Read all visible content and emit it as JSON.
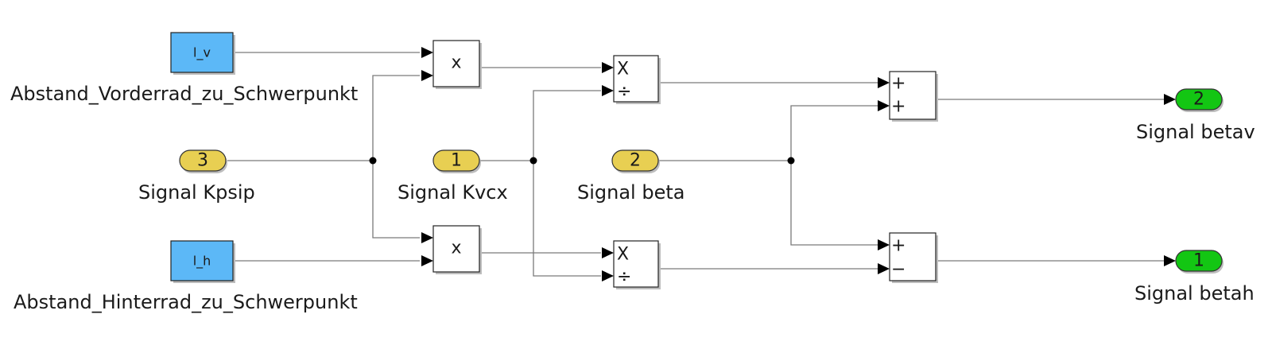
{
  "diagram": {
    "type": "simulink-block-diagram",
    "colors": {
      "from_block": "#5cb8f7",
      "inport": "#e8cf52",
      "outport": "#13c613",
      "wire": "#7a7a7a"
    },
    "from_blocks": [
      {
        "id": "from_lv",
        "tag": "l_v",
        "label": "Abstand_Vorderrad_zu_Schwerpunkt"
      },
      {
        "id": "from_lh",
        "tag": "l_h",
        "label": "Abstand_Hinterrad_zu_Schwerpunkt"
      }
    ],
    "inports": [
      {
        "id": "in3",
        "number": "3",
        "label": "Signal Kpsip"
      },
      {
        "id": "in1",
        "number": "1",
        "label": "Signal Kvcx"
      },
      {
        "id": "in2",
        "number": "2",
        "label": "Signal beta"
      }
    ],
    "outports": [
      {
        "id": "out2",
        "number": "2",
        "label": "Signal betav"
      },
      {
        "id": "out1",
        "number": "1",
        "label": "Signal betah"
      }
    ],
    "product_blocks": [
      {
        "id": "prod_top",
        "display": "x"
      },
      {
        "id": "prod_bottom",
        "display": "x"
      }
    ],
    "divide_blocks": [
      {
        "id": "div_top",
        "ops": [
          "X",
          "÷"
        ]
      },
      {
        "id": "div_bottom",
        "ops": [
          "X",
          "÷"
        ]
      }
    ],
    "sum_blocks": [
      {
        "id": "sum_top",
        "signs": [
          "+",
          "+"
        ]
      },
      {
        "id": "sum_bottom",
        "signs": [
          "+",
          "−"
        ]
      }
    ],
    "connections": [
      {
        "from": "from_lv",
        "to": "prod_top.in1"
      },
      {
        "from": "in3",
        "to": "prod_top.in2"
      },
      {
        "from": "in3",
        "to": "prod_bottom.in1"
      },
      {
        "from": "from_lh",
        "to": "prod_bottom.in2"
      },
      {
        "from": "prod_top",
        "to": "div_top.in1"
      },
      {
        "from": "in1",
        "to": "div_top.in2"
      },
      {
        "from": "prod_bottom",
        "to": "div_bottom.in1"
      },
      {
        "from": "in1",
        "to": "div_bottom.in2"
      },
      {
        "from": "div_top",
        "to": "sum_top.in1"
      },
      {
        "from": "in2",
        "to": "sum_top.in2"
      },
      {
        "from": "in2",
        "to": "sum_bottom.in1"
      },
      {
        "from": "div_bottom",
        "to": "sum_bottom.in2"
      },
      {
        "from": "sum_top",
        "to": "out2"
      },
      {
        "from": "sum_bottom",
        "to": "out1"
      }
    ]
  }
}
